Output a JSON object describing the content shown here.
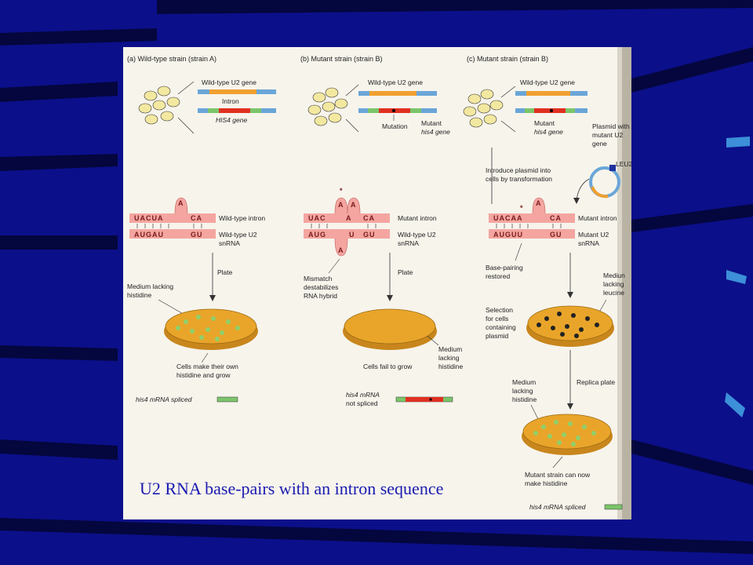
{
  "caption": "U2 RNA base-pairs with an intron sequence",
  "colors": {
    "background": "#0b0f8a",
    "figure_bg": "#f7f4ec",
    "caption": "#1a1ab0",
    "gene_blue": "#6aa6d8",
    "gene_orange": "#f0a030",
    "exon_green": "#7cc56a",
    "intron_red": "#e03020",
    "rna_pink": "#f4a5a0",
    "dish_orange": "#e9a52a"
  },
  "panel_a": {
    "header": "(a) Wild-type strain (strain A)",
    "u2_gene": "Wild-type U2 gene",
    "intron": "Intron",
    "his4_gene": "HIS4 gene",
    "intron_seq": "UACUA",
    "intron_seq2": "CA",
    "bulge": "A",
    "u2_seq": "AUGAU",
    "u2_seq2": "GU",
    "intron_label": "Wild-type intron",
    "u2_label_1": "Wild-type U2",
    "u2_label_2": "snRNA",
    "plate": "Plate",
    "medium_1": "Medium lacking",
    "medium_2": "histidine",
    "result_1": "Cells make their own",
    "result_2": "histidine and grow",
    "mrna": "his4 mRNA spliced"
  },
  "panel_b": {
    "header": "(b) Mutant strain (strain B)",
    "u2_gene": "Wild-type U2 gene",
    "mutation": "Mutation",
    "mutant_1": "Mutant",
    "mutant_2": "his4 gene",
    "intron_seq": "UAC",
    "intron_seq_mid": "A",
    "intron_seq2": "CA",
    "bulge": "A",
    "star": "*",
    "u2_seq": "AUG",
    "u2_seq_mid": "U",
    "u2_seq2": "GU",
    "u2_bulge": "A",
    "intron_label": "Mutant intron",
    "u2_label_1": "Wild-type U2",
    "u2_label_2": "snRNA",
    "plate": "Plate",
    "mismatch_1": "Mismatch",
    "mismatch_2": "destabilizes",
    "mismatch_3": "RNA hybrid",
    "medium_1": "Medium",
    "medium_2": "lacking",
    "medium_3": "histidine",
    "result": "Cells fail to grow",
    "mrna_1": "his4 mRNA",
    "mrna_2": "not spliced"
  },
  "panel_c": {
    "header": "(c) Mutant strain (strain B)",
    "u2_gene": "Wild-type U2 gene",
    "mutant_1": "Mutant",
    "mutant_2": "his4 gene",
    "plasmid_1": "Plasmid with",
    "plasmid_2": "mutant U2",
    "plasmid_3": "gene",
    "leu": "LEU2",
    "introduce_1": "Introduce plasmid into",
    "introduce_2": "cells by transformation",
    "intron_seq": "UACAA",
    "intron_seq2": "CA",
    "bulge": "A",
    "star": "*",
    "u2_seq": "AUGUU",
    "u2_seq2": "GU",
    "intron_label": "Mutant intron",
    "u2_label_1": "Mutant U2",
    "u2_label_2": "snRNA",
    "restored_1": "Base-pairing",
    "restored_2": "restored",
    "medium_l_1": "Mediun",
    "medium_l_2": "lacking",
    "medium_l_3": "leucine",
    "selection_1": "Selection",
    "selection_2": "for cells",
    "selection_3": "containing",
    "selection_4": "plasmid",
    "medium_1": "Medium",
    "medium_2": "lacking",
    "medium_3": "histidine",
    "replica": "Replica plate",
    "result_1": "Mutant strain can now",
    "result_2": "make histidine",
    "mrna": "his4 mRNA spliced"
  }
}
